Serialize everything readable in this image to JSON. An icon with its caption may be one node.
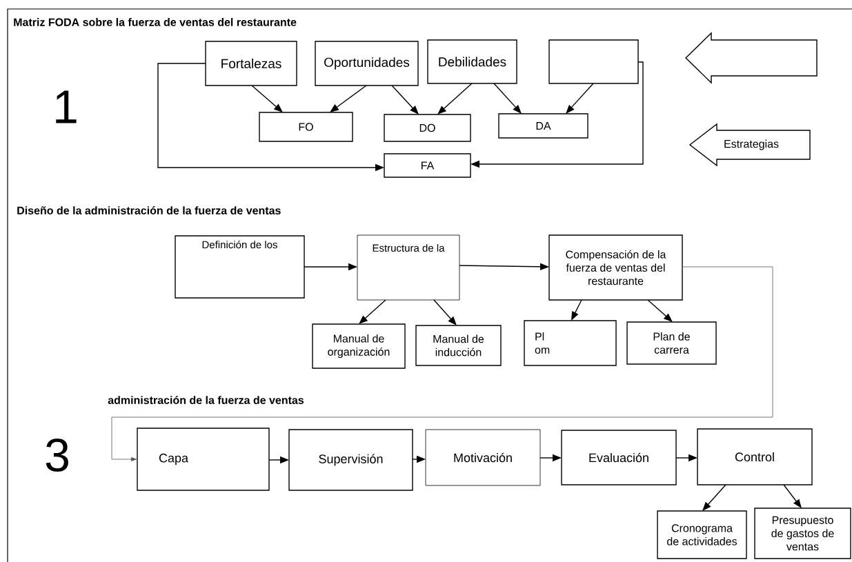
{
  "diagram": {
    "title": "Matriz FODA sobre la  fuerza de ventas del restaurante",
    "nodes": [
      {
        "text": [
          "Fortalezas"
        ]
      },
      {
        "text": [
          "Oportunidades"
        ]
      },
      {
        "text": [
          "Debilidades"
        ]
      },
      {
        "text": [],
        "shape": "box"
      },
      {
        "text": [
          "FO"
        ]
      },
      {
        "text": [
          "DO"
        ]
      },
      {
        "text": [
          "DA"
        ]
      },
      {
        "text": [
          "FA"
        ]
      },
      {
        "text": [],
        "shape": "arrow"
      },
      {
        "text": [
          "Estrategias"
        ]
      },
      {
        "text": [
          "Definición de los"
        ]
      },
      {
        "text": [
          "Estructura de la"
        ]
      },
      {
        "text": [
          "Compensación de la fuerza de ventas del restaurante"
        ]
      },
      {
        "text": [
          "Manual de organización"
        ]
      },
      {
        "text": [
          "Manual de inducción"
        ]
      },
      {
        "text": [
          "Pl om"
        ]
      },
      {
        "text": [
          "Plan de carrera"
        ]
      },
      {
        "text": [
          "Capa"
        ]
      },
      {
        "text": [
          "Supervisión"
        ]
      },
      {
        "text": [
          "Motivación"
        ]
      },
      {
        "text": [
          "Evaluación"
        ]
      },
      {
        "text": [
          "Control"
        ]
      },
      {
        "text": [
          "Cronograma de actividades"
        ]
      },
      {
        "text": [
          "Presupuesto de gastos de ventas"
        ]
      }
    ],
    "edges": [
      {
        "from": 0,
        "to": 4,
        "arrow": "to"
      },
      {
        "from": 1,
        "to": 4,
        "arrow": "to"
      },
      {
        "from": 1,
        "to": 5,
        "arrow": "to"
      },
      {
        "from": 2,
        "to": 5,
        "arrow": "to"
      },
      {
        "from": 2,
        "to": 6,
        "arrow": "to"
      },
      {
        "from": 3,
        "to": 6,
        "arrow": "to"
      },
      {
        "from": 0,
        "to": 7,
        "arrow": "to"
      },
      {
        "from": 3,
        "to": 7,
        "arrow": "to"
      },
      {
        "from": 10,
        "to": 11,
        "arrow": "to"
      },
      {
        "from": 11,
        "to": 12,
        "arrow": "to"
      },
      {
        "from": 11,
        "to": 13,
        "arrow": "to"
      },
      {
        "from": 11,
        "to": 14,
        "arrow": "to"
      },
      {
        "from": 12,
        "to": 15,
        "arrow": "to"
      },
      {
        "from": 12,
        "to": 16,
        "arrow": "to"
      },
      {
        "from": 12,
        "to": 17,
        "arrow": "to",
        "color": "#555555"
      },
      {
        "from": 17,
        "to": 18,
        "arrow": "to"
      },
      {
        "from": 18,
        "to": 19,
        "arrow": "to"
      },
      {
        "from": 19,
        "to": 20,
        "arrow": "to"
      },
      {
        "from": 20,
        "to": 21,
        "arrow": "to"
      },
      {
        "from": 21,
        "to": 22,
        "arrow": "to"
      },
      {
        "from": 21,
        "to": 23,
        "arrow": "to"
      }
    ],
    "labels": [
      "1",
      "Diseño de la administración de la fuerza de ventas",
      "administración de la fuerza de ventas",
      "3"
    ]
  }
}
